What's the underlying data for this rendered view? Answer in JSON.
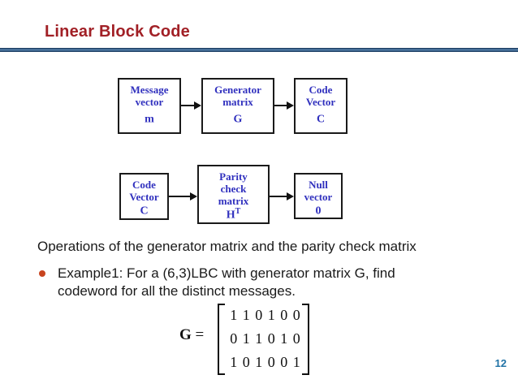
{
  "slide": {
    "title": "Linear Block Code",
    "page_number": "12",
    "colors": {
      "title_red": "#A12026",
      "rule_blue_dark": "#24466B",
      "rule_blue_light": "#6C9BC8",
      "box_text_blue": "#3030BE",
      "box_border": "#1a1a1a",
      "body_text": "#1a1a1a",
      "bullet_orange": "#C8441F",
      "page_number_blue": "#2173A6"
    }
  },
  "diagram": {
    "rows": [
      {
        "boxes": [
          {
            "lines": [
              "Message",
              "vector"
            ],
            "symbol": "m",
            "sup": ""
          },
          {
            "lines": [
              "Generator",
              "matrix"
            ],
            "symbol": "G",
            "sup": ""
          },
          {
            "lines": [
              "Code",
              "Vector"
            ],
            "symbol": "C",
            "sup": ""
          }
        ]
      },
      {
        "boxes": [
          {
            "lines": [
              "Code",
              "Vector"
            ],
            "symbol": "C",
            "sup": ""
          },
          {
            "lines": [
              "Parity",
              "check",
              "matrix"
            ],
            "symbol": "H",
            "sup": "T"
          },
          {
            "lines": [
              "Null",
              "vector"
            ],
            "symbol": "0",
            "sup": ""
          }
        ]
      }
    ]
  },
  "body": {
    "operations_line": "Operations of the generator matrix and the parity check matrix",
    "example": {
      "line1": "Example1: For a (6,3)LBC with generator matrix G, find",
      "line2": "codeword for all the distinct messages."
    }
  },
  "matrix": {
    "name": "G",
    "equals": "=",
    "rows": [
      "1 1 0 1 0 0",
      "0 1 1 0 1 0",
      "1 0 1 0 0 1"
    ]
  }
}
